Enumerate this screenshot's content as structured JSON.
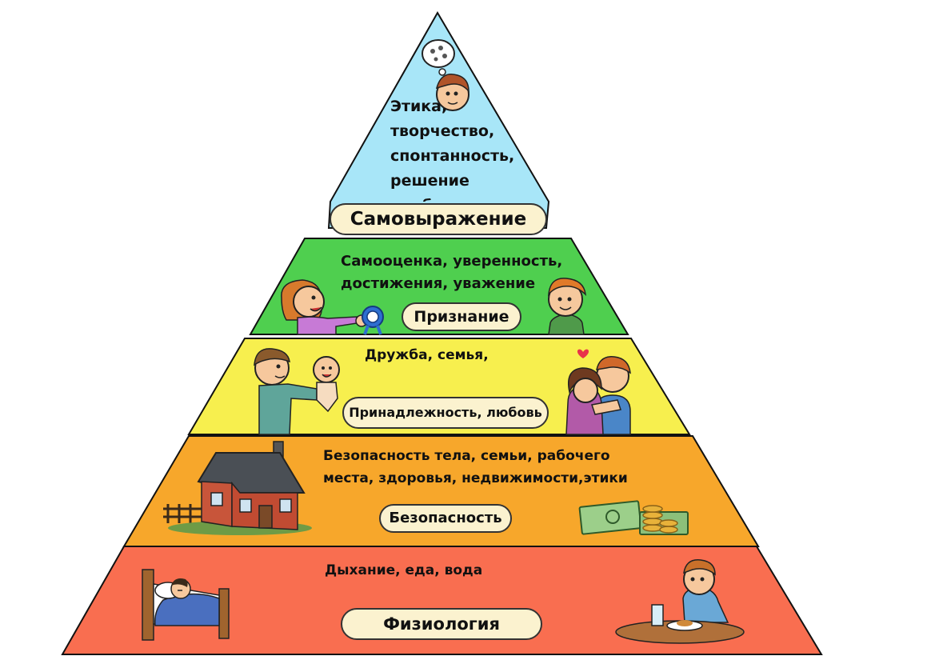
{
  "levels": [
    {
      "title": "Самовыражение",
      "desc_lines": [
        "Этика,",
        "творчество,",
        "спонтанность,",
        "решение",
        "проблем."
      ],
      "color": "#a8e6f8"
    },
    {
      "title": "Признание",
      "desc_lines": [
        "Самооценка, уверенность,",
        "достижения, уважение"
      ],
      "color": "#4fcf4f"
    },
    {
      "title": "Принадлежность, любовь",
      "desc_lines": [
        "Дружба, семья,"
      ],
      "color": "#f7ef4e"
    },
    {
      "title": "Безопасность",
      "desc_lines": [
        "Безопасность тела, семьи, рабочего",
        "места, здоровья, недвижимости,этики"
      ],
      "color": "#f7a72b"
    },
    {
      "title": "Физиология",
      "desc_lines": [
        "Дыхание, еда, вода"
      ],
      "color": "#f96e50"
    }
  ],
  "icons": [
    "thinking-boy",
    "girl-with-medal",
    "boy",
    "father-with-baby",
    "hugging-couple",
    "house",
    "money",
    "sleeping-boy-in-bed",
    "boy-eating"
  ]
}
